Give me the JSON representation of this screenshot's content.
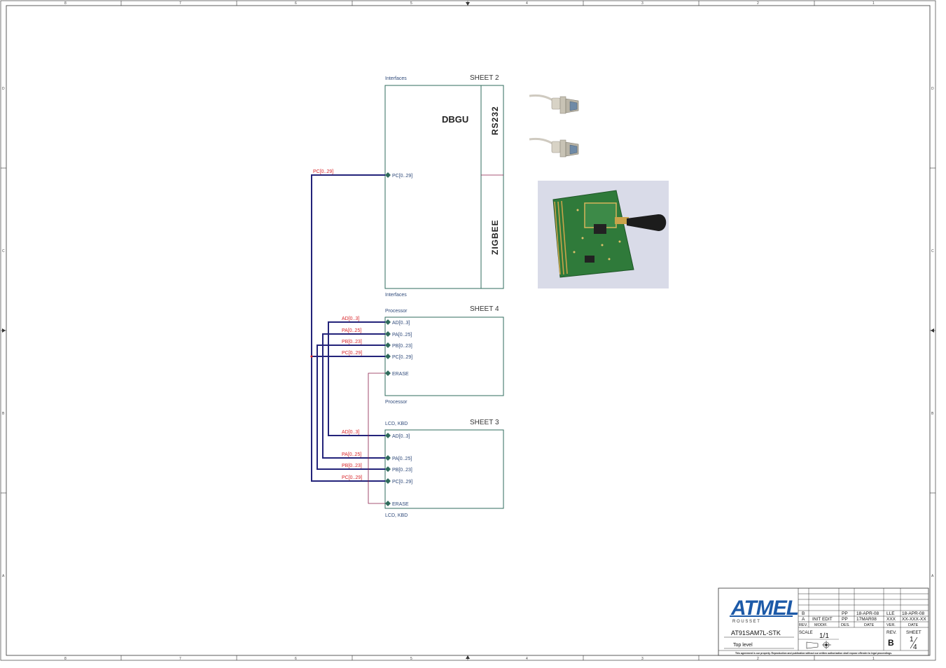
{
  "frame": {
    "columns": [
      "8",
      "7",
      "6",
      "5",
      "4",
      "3",
      "2",
      "1"
    ],
    "rows": [
      "D",
      "C",
      "B",
      "A"
    ]
  },
  "blocks": {
    "interfaces": {
      "top_label": "Interfaces",
      "bottom_label": "Interfaces",
      "sheet": "SHEET 2",
      "title": "DBGU",
      "sub1": "RS232",
      "sub2": "ZIGBEE",
      "ports": [
        "PC[0..29]"
      ]
    },
    "processor": {
      "top_label": "Processor",
      "bottom_label": "Processor",
      "sheet": "SHEET 4",
      "ports": [
        "AD[0..3]",
        "PA[0..25]",
        "PB[0..23]",
        "PC[0..29]",
        "ERASE"
      ]
    },
    "lcd": {
      "top_label": "LCD, KBD",
      "bottom_label": "LCD, KBD",
      "sheet": "SHEET 3",
      "ports": [
        "AD[0..3]",
        "PA[0..25]",
        "PB[0..23]",
        "PC[0..29]",
        "ERASE"
      ]
    }
  },
  "nets": {
    "interfaces_pc": "PC[0..29]",
    "processor": [
      "AD[0..3]",
      "PA[0..25]",
      "PB[0..23]",
      "PC[0..29]"
    ],
    "lcd": [
      "AD[0..3]",
      "PA[0..25]",
      "PB[0..23]",
      "PC[0..29]"
    ]
  },
  "title_block": {
    "logo": "ATMEL",
    "logo_sub": "R O U S S E T",
    "project": "AT91SAM7L-STK",
    "sheet_title": "Top level",
    "rev_rows": [
      {
        "rev": "B",
        "modif": "",
        "des": "PP",
        "date": "18-APR-08",
        "ver": "LLE",
        "vdate": "18-APR-08"
      },
      {
        "rev": "A",
        "modif": "INIT EDIT",
        "des": "PP",
        "date": "17MAR08",
        "ver": "XXX",
        "vdate": "XX-XXX-XX"
      }
    ],
    "headers": {
      "rev": "REV.",
      "modif": "MODIF.",
      "des": "DES.",
      "date": "DATE",
      "ver": "VER.",
      "vdate": "DATE"
    },
    "scale_label": "SCALE",
    "scale": "1/1",
    "rev_label": "REV.",
    "rev": "B",
    "sheet_label": "SHEET",
    "sheet_num": "1",
    "sheet_total": "4",
    "footer": "This agreement is our property. Reproduction and publication without our written authorization shall expose offender to legal proceedings."
  },
  "colors": {
    "frame": "#333333",
    "block": "#2f6b5c",
    "bus": "#23237a",
    "net_label": "#d8262b",
    "port_text": "#2f4a7a",
    "wire": "#8a1e4a"
  },
  "images": [
    "db9-connector-icon",
    "db9-connector-icon",
    "zigbee-module-photo"
  ]
}
